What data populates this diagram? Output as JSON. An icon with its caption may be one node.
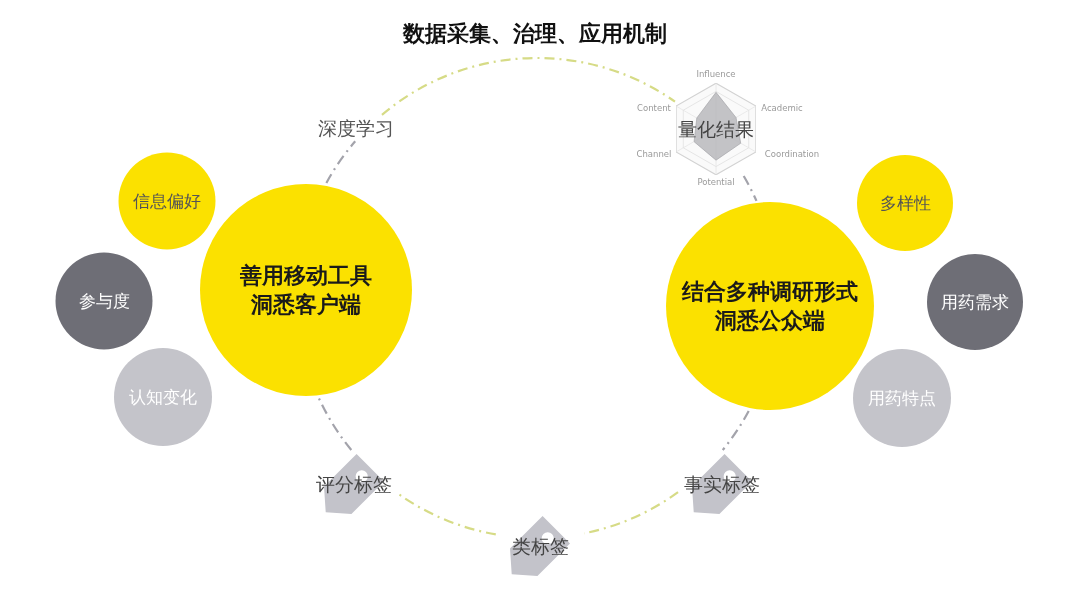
{
  "diagram": {
    "title": "数据采集、治理、应用机制",
    "nodes": [
      {
        "text": [
          "深度学习"
        ]
      },
      {
        "text": [
          "量化结果"
        ],
        "beside": [
          "Influence",
          "Content",
          "Academic",
          "Channel",
          "Coordination",
          "Potential"
        ]
      },
      {
        "text": [
          "信息偏好"
        ]
      },
      {
        "text": [
          "参与度"
        ]
      },
      {
        "text": [
          "认知变化"
        ]
      },
      {
        "text": [
          "善用移动工具洞悉客户端"
        ]
      },
      {
        "text": [
          "结合多种调研形式洞悉公众端"
        ]
      },
      {
        "text": [
          "多样性"
        ]
      },
      {
        "text": [
          "用药需求"
        ]
      },
      {
        "text": [
          "用药特点"
        ]
      },
      {
        "text": [
          "评分标签"
        ]
      },
      {
        "text": [
          "类标签"
        ]
      },
      {
        "text": [
          "事实标签"
        ]
      }
    ],
    "edges": [
      {
        "from": 0,
        "to": 1,
        "arrow": "none",
        "style": "dashed",
        "color": "#d6db86"
      },
      {
        "from": 1,
        "to": 6,
        "arrow": "none",
        "style": "dashed"
      },
      {
        "from": 6,
        "to": 12,
        "arrow": "none",
        "style": "dashed"
      },
      {
        "from": 12,
        "to": 11,
        "arrow": "none",
        "style": "dashed",
        "color": "#d6db86"
      },
      {
        "from": 11,
        "to": 10,
        "arrow": "none",
        "style": "dashed",
        "color": "#d6db86"
      },
      {
        "from": 10,
        "to": 5,
        "arrow": "none",
        "style": "dashed"
      },
      {
        "from": 5,
        "to": 0,
        "arrow": "none",
        "style": "dashed"
      }
    ]
  }
}
